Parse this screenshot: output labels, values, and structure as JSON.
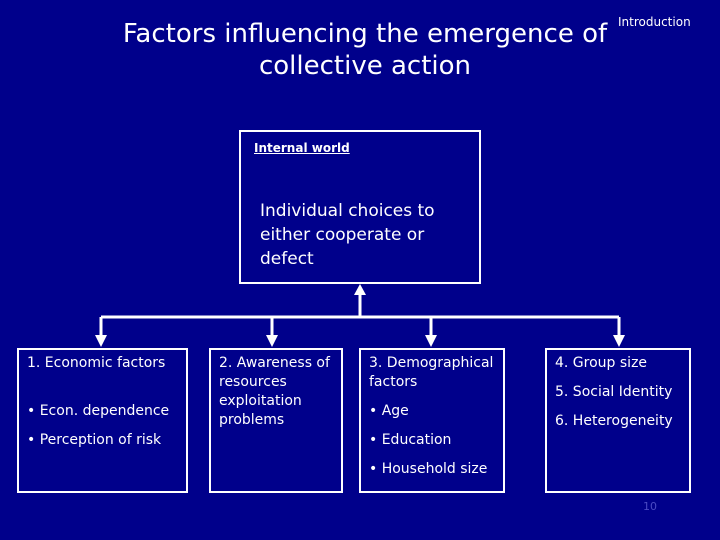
{
  "header": {
    "section": "Introduction",
    "title": "Factors influencing the emergence of collective action"
  },
  "internal_world": {
    "label": "Internal world",
    "text": "Individual choices to either cooperate or defect"
  },
  "factors": [
    {
      "heading": "1. Economic factors",
      "items": [
        "• Econ. dependence",
        "• Perception of risk"
      ]
    },
    {
      "heading": "2. Awareness of resources exploitation problems",
      "items": []
    },
    {
      "heading": "3. Demographical factors",
      "items": [
        "• Age",
        "• Education",
        "• Household size"
      ]
    },
    {
      "heading": "",
      "items": [
        "4. Group size",
        "5. Social Identity",
        "6. Heterogeneity"
      ]
    }
  ],
  "footer": {
    "page_number": "10"
  },
  "colors": {
    "background": "#00008b",
    "foreground": "#ffffff"
  }
}
